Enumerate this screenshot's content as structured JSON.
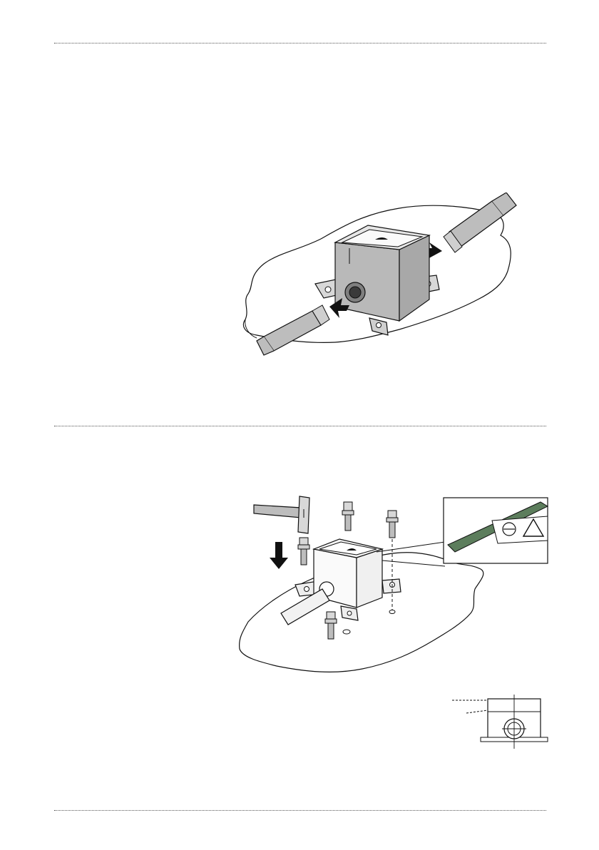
{
  "dividers": [
    "top",
    "middle",
    "bottom"
  ],
  "figures": [
    {
      "id": "figure-1",
      "subject": "box-connection",
      "icons": [
        "floor-outline",
        "junction-box",
        "pipe-left",
        "pipe-right",
        "arrow-left-push",
        "arrow-right-push"
      ]
    },
    {
      "id": "figure-2",
      "subject": "box-anchoring",
      "icons": [
        "hammer-icon",
        "anchor-bolt",
        "down-arrow-icon",
        "floor-outline",
        "junction-box",
        "pipe",
        "detail-callout",
        "warning-triangle-icon"
      ]
    },
    {
      "id": "figure-3",
      "subject": "front-elevation-detail",
      "icons": [
        "box-elevation"
      ]
    }
  ],
  "colors": {
    "line": "#111111",
    "box_fill": "#b9b9b9",
    "box_light": "#d8d8d8",
    "pipe_fill": "#bdbdbd",
    "detail_green": "#5c7d5c",
    "page": "#ffffff"
  }
}
